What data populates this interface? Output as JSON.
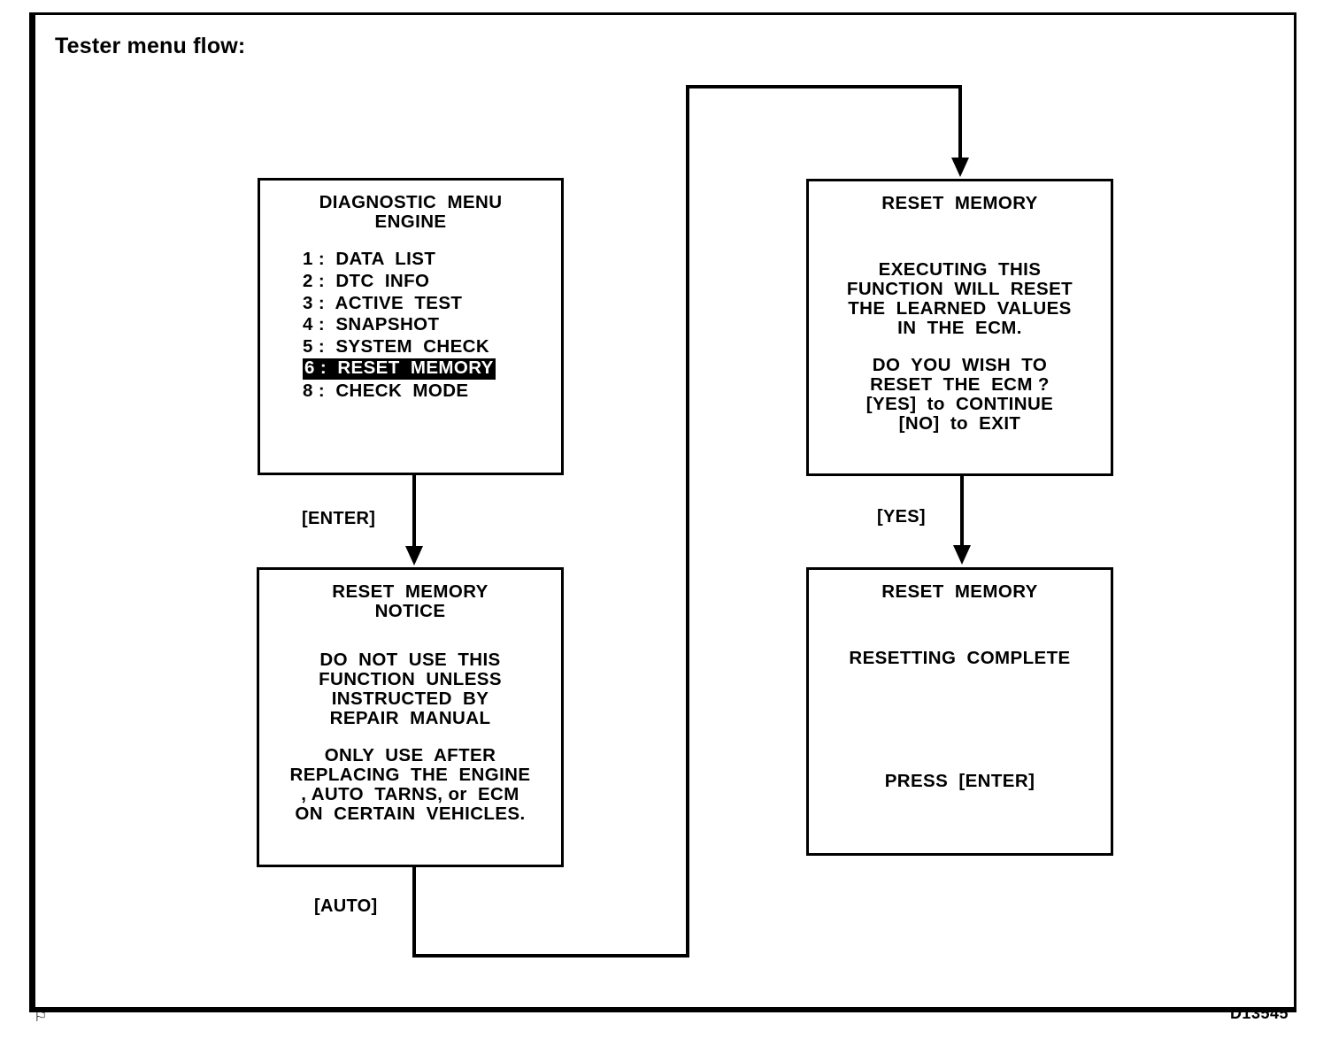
{
  "page": {
    "heading": "Tester menu flow:",
    "figure_id": "D13545",
    "corner_mark": "⚐",
    "ink_color": "#000000",
    "background_color": "#ffffff"
  },
  "screens": {
    "menu": {
      "title_line1": "DIAGNOSTIC  MENU",
      "title_line2": "ENGINE",
      "items": [
        {
          "label": "1 :  DATA  LIST",
          "highlighted": false
        },
        {
          "label": "2 :  DTC  INFO",
          "highlighted": false
        },
        {
          "label": "3 :  ACTIVE  TEST",
          "highlighted": false
        },
        {
          "label": "4 :  SNAPSHOT",
          "highlighted": false
        },
        {
          "label": "5 :  SYSTEM  CHECK",
          "highlighted": false
        },
        {
          "label": "6 :  RESET  MEMORY",
          "highlighted": true
        }
      ],
      "item_after_gap": "8 :  CHECK  MODE"
    },
    "notice": {
      "title_line1": "RESET  MEMORY",
      "title_line2": "NOTICE",
      "body_line1": "DO  NOT  USE  THIS",
      "body_line2": "FUNCTION  UNLESS",
      "body_line3": "INSTRUCTED  BY",
      "body_line4": "REPAIR  MANUAL",
      "body_line5": "ONLY  USE  AFTER",
      "body_line6": "REPLACING  THE  ENGINE",
      "body_line7": ", AUTO  TARNS, or  ECM",
      "body_line8": "ON  CERTAIN  VEHICLES."
    },
    "confirm": {
      "title": "RESET  MEMORY",
      "body_line1": "EXECUTING  THIS",
      "body_line2": "FUNCTION  WILL  RESET",
      "body_line3": "THE  LEARNED  VALUES",
      "body_line4": "IN  THE  ECM.",
      "body_line5": "DO  YOU  WISH  TO",
      "body_line6": "RESET  THE  ECM ?",
      "body_line7": "[YES]  to  CONTINUE",
      "body_line8": "[NO]  to  EXIT"
    },
    "complete": {
      "title": "RESET  MEMORY",
      "body_line1": "RESETTING  COMPLETE",
      "body_line2": "PRESS  [ENTER]"
    }
  },
  "connectors": {
    "enter_label": "[ENTER]",
    "auto_label": "[AUTO]",
    "yes_label": "[YES]"
  }
}
